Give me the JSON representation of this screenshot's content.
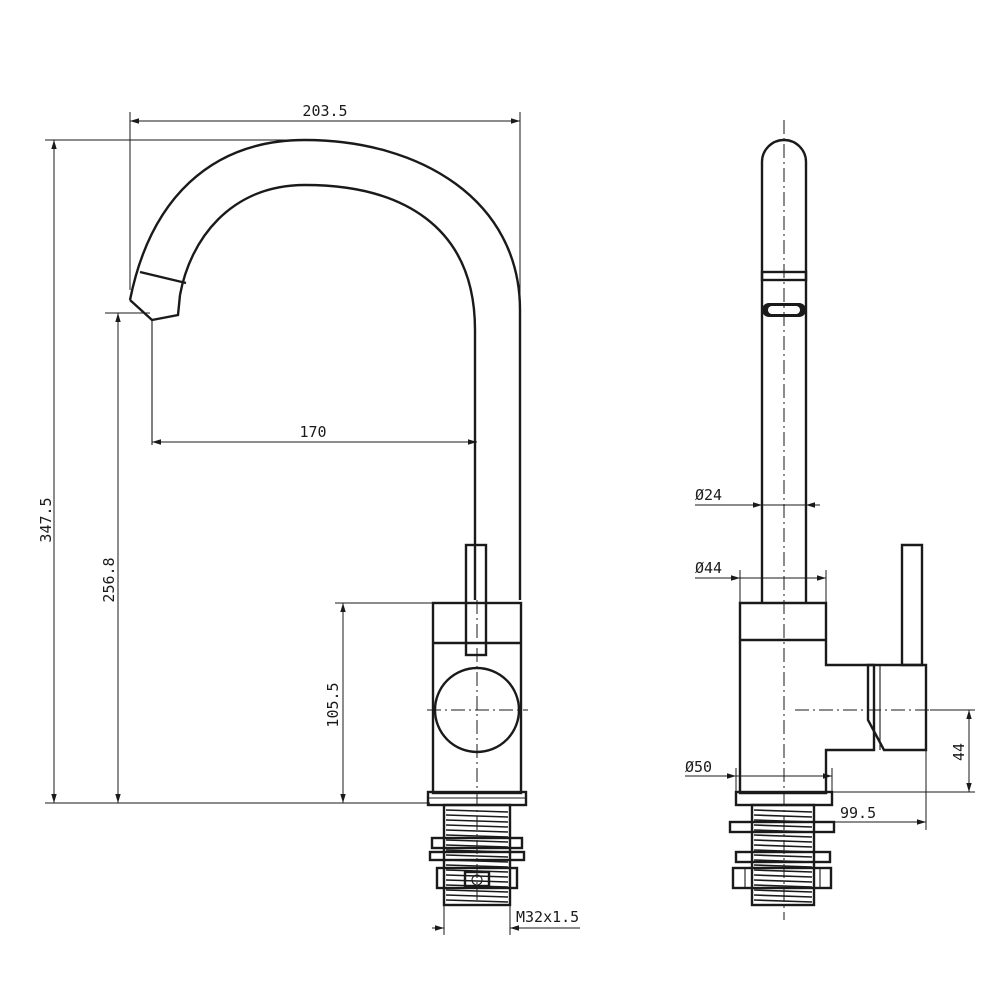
{
  "front_view": {
    "dimensions": {
      "overall_width": "203.5",
      "overall_height": "347.5",
      "spout_outlet_height": "256.8",
      "spout_reach": "170",
      "body_height": "105.5",
      "thread_size": "M32x1.5"
    }
  },
  "side_view": {
    "dimensions": {
      "spout_diameter": "Ø24",
      "body_top_diameter": "Ø44",
      "base_diameter": "Ø50",
      "handle_height": "44",
      "handle_projection": "99.5"
    }
  }
}
